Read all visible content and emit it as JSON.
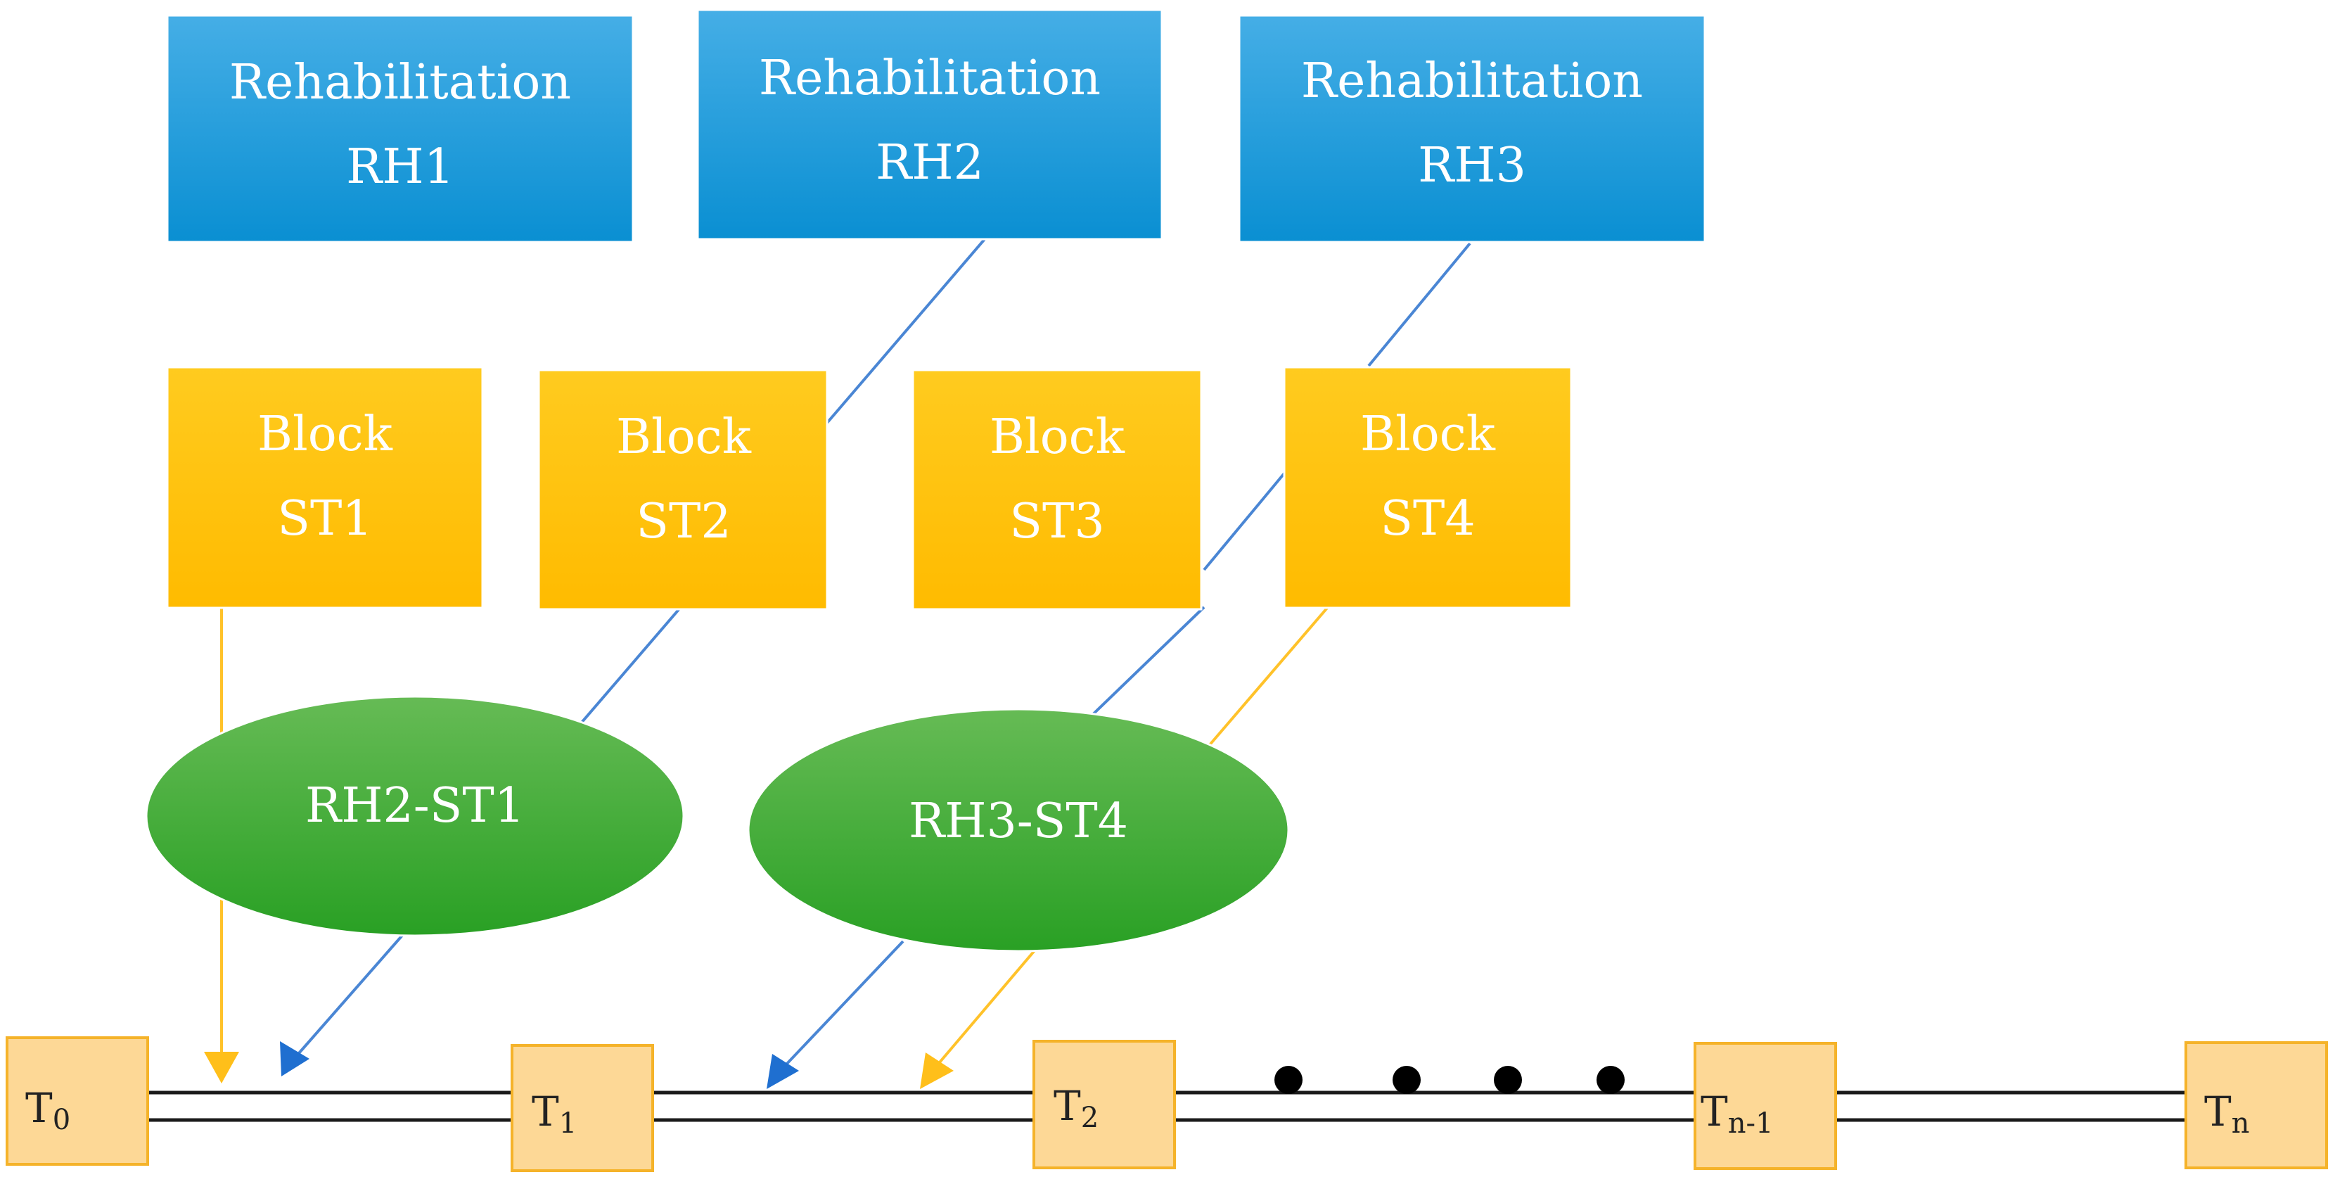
{
  "rehabilitation_blocks": [
    {
      "id": "RH1",
      "line1": "Rehabilitation",
      "line2": "RH1"
    },
    {
      "id": "RH2",
      "line1": "Rehabilitation",
      "line2": "RH2"
    },
    {
      "id": "RH3",
      "line1": "Rehabilitation",
      "line2": "RH3"
    }
  ],
  "station_blocks": [
    {
      "id": "ST1",
      "line1": "Block",
      "line2": "ST1"
    },
    {
      "id": "ST2",
      "line1": "Block",
      "line2": "ST2"
    },
    {
      "id": "ST3",
      "line1": "Block",
      "line2": "ST3"
    },
    {
      "id": "ST4",
      "line1": "Block",
      "line2": "ST4"
    }
  ],
  "overlaps": [
    {
      "id": "RH2-ST1",
      "label": "RH2-ST1"
    },
    {
      "id": "RH3-ST4",
      "label": "RH3-ST4"
    }
  ],
  "timeline": [
    {
      "id": "T0",
      "base": "T",
      "sub": "0"
    },
    {
      "id": "T1",
      "base": "T",
      "sub": "1"
    },
    {
      "id": "T2",
      "base": "T",
      "sub": "2"
    },
    {
      "id": "Tn-1",
      "base": "T",
      "sub": "n-1"
    },
    {
      "id": "Tn",
      "base": "T",
      "sub": "n"
    }
  ],
  "ellipsis_dots": 4,
  "colors": {
    "rehab_top": "#45aee6",
    "rehab_bottom": "#0a8fd2",
    "block_top": "#ffcb1f",
    "block_bottom": "#ffbb00",
    "overlap_top": "#66bb55",
    "overlap_bottom": "#29a024",
    "time_fill": "#fdd896",
    "time_border": "#f5b32a",
    "blue_link": "#4a86d4",
    "yellow_link": "#ffc22a",
    "track": "#1a1a1a"
  }
}
